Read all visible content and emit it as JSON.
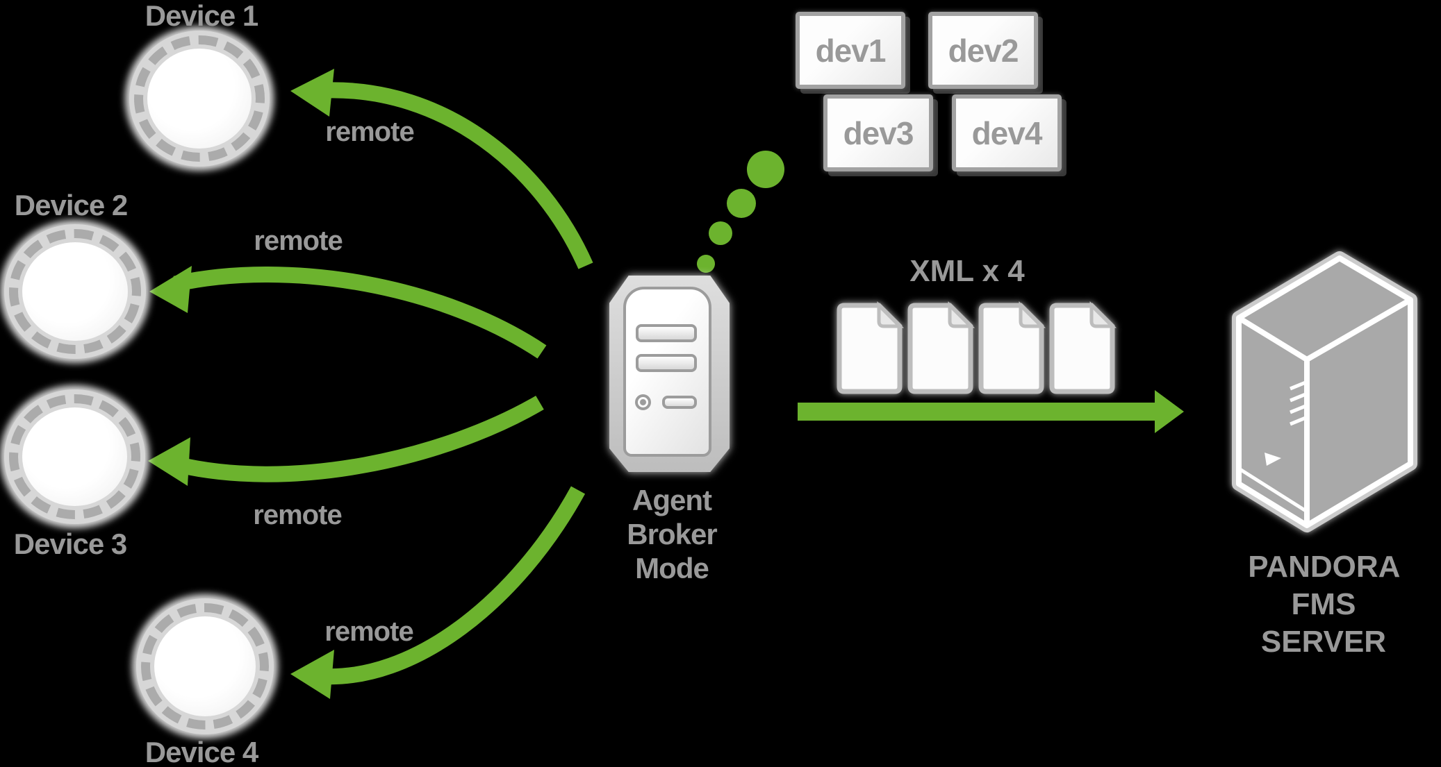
{
  "diagram": {
    "background": "#000000",
    "accent_green": "#6cb32e",
    "label_gray": "#999999"
  },
  "devices": [
    {
      "label": "Device 1"
    },
    {
      "label": "Device 2"
    },
    {
      "label": "Device 3"
    },
    {
      "label": "Device 4"
    }
  ],
  "remote_links": [
    {
      "label": "remote"
    },
    {
      "label": "remote"
    },
    {
      "label": "remote"
    },
    {
      "label": "remote"
    }
  ],
  "agent_broker": {
    "label_lines": [
      "Agent",
      "Broker",
      "Mode"
    ]
  },
  "virtual_agents": [
    {
      "label": "dev1"
    },
    {
      "label": "dev2"
    },
    {
      "label": "dev3"
    },
    {
      "label": "dev4"
    }
  ],
  "xml_flow": {
    "label": "XML x 4",
    "file_count": 4
  },
  "server": {
    "label_lines": [
      "PANDORA FMS",
      "SERVER"
    ]
  }
}
